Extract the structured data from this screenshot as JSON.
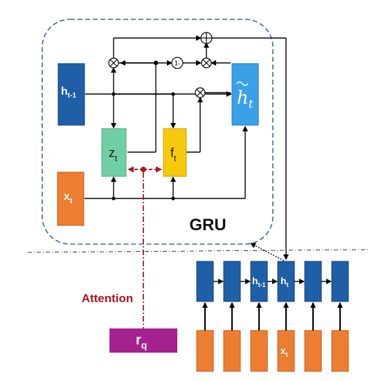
{
  "gru": {
    "title": "GRU",
    "h_prev": {
      "main": "h",
      "sub": "t-1"
    },
    "z": {
      "main": "z",
      "sub": "t"
    },
    "f": {
      "main": "f",
      "sub": "t"
    },
    "x": {
      "main": "x",
      "sub": "t"
    },
    "h_tilde": {
      "main": "h",
      "sub": "t"
    },
    "one_minus": "1-"
  },
  "attention": {
    "label": "Attention",
    "rq_main": "r",
    "rq_sub": "q"
  },
  "chain": {
    "h_prev": {
      "main": "h",
      "sub": "t-1"
    },
    "h_cur": {
      "main": "h",
      "sub": "t"
    },
    "x_cur": {
      "main": "x",
      "sub": "t"
    }
  },
  "colors": {
    "dark_blue": "#1f5fa8",
    "light_blue": "#3aa0e8",
    "green": "#6fcfa3",
    "yellow": "#f7c90c",
    "orange": "#ed7d31",
    "magenta": "#a5218e",
    "attention_red": "#b0171f",
    "dashed_border": "#3d6591"
  }
}
